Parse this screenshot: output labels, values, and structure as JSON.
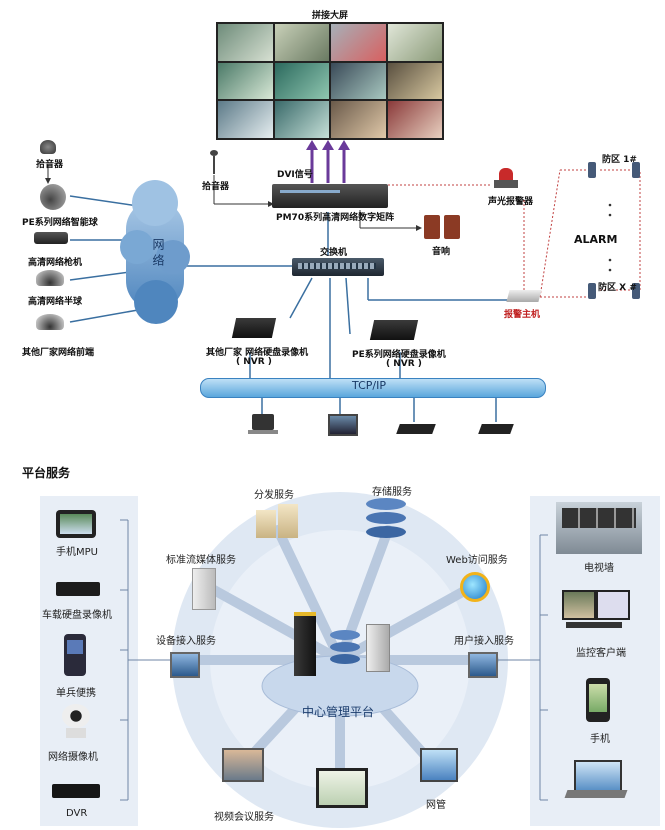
{
  "top": {
    "screen_title": "拼接大屏",
    "dvi_label": "DVI信号",
    "matrix_label": "PM70系列高清网络数字矩阵",
    "mic_label": "拾音器",
    "mic_top_label": "拾音器",
    "cloud_label": "网 络",
    "switch_label": "交换机",
    "speaker_label": "音响",
    "alarm_light_label": "声光报警器",
    "alarm_host_label": "报警主机",
    "alarm_text": "ALARM",
    "zone1_label": "防区 1#",
    "zonex_label": "防区 X #",
    "cam1_label": "PE系列网络智能球",
    "cam2_label": "高清网络枪机",
    "cam3_label": "高清网络半球",
    "cam4_label": "其他厂家网络前端",
    "nvr_other_label": "其他厂家 网络硬盘录像机",
    "nvr_other_sub": "( NVR )",
    "nvr_pe_label": "PE系列网络硬盘录像机",
    "nvr_pe_sub": "( NVR )",
    "tcpip_label": "TCP/IP"
  },
  "bottom": {
    "section_title": "平台服务",
    "center_label": "中心管理平台",
    "services": {
      "dist": "分发服务",
      "storage": "存储服务",
      "stream": "标准流媒体服务",
      "web": "Web访问服务",
      "device": "设备接入服务",
      "user": "用户接入服务",
      "video_conf": "视频会议服务",
      "netmgmt": "网管"
    },
    "left_devices": [
      "手机MPU",
      "车载硬盘录像机",
      "单兵便携",
      "网络摄像机",
      "DVR"
    ],
    "right_devices": [
      "电视墙",
      "监控客户端",
      "手机"
    ]
  }
}
